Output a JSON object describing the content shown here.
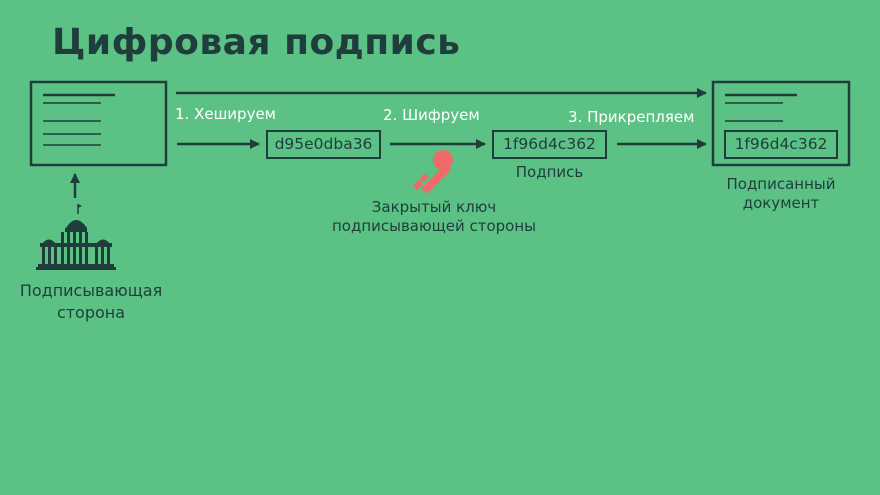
{
  "title": "Цифровая подпись",
  "steps": {
    "hash": "1. Хешируем",
    "encrypt": "2. Шифруем",
    "attach": "3. Прикрепляем"
  },
  "values": {
    "hash": "d95e0dba36",
    "signature": "1f96d4c362",
    "attached_signature": "1f96d4c362"
  },
  "labels": {
    "signature": "Подпись",
    "private_key": "Закрытый ключ\nподписывающей стороны",
    "signed_document": "Подписанный\nдокумент",
    "signing_party": "Подписывающая\nсторона"
  },
  "icons": {
    "document": "document-icon",
    "key": "key-icon",
    "building": "government-building-icon"
  },
  "colors": {
    "background": "#5bc184",
    "ink": "#1f3d3a",
    "key": "#f06a6a",
    "step_text": "#ffffff"
  }
}
